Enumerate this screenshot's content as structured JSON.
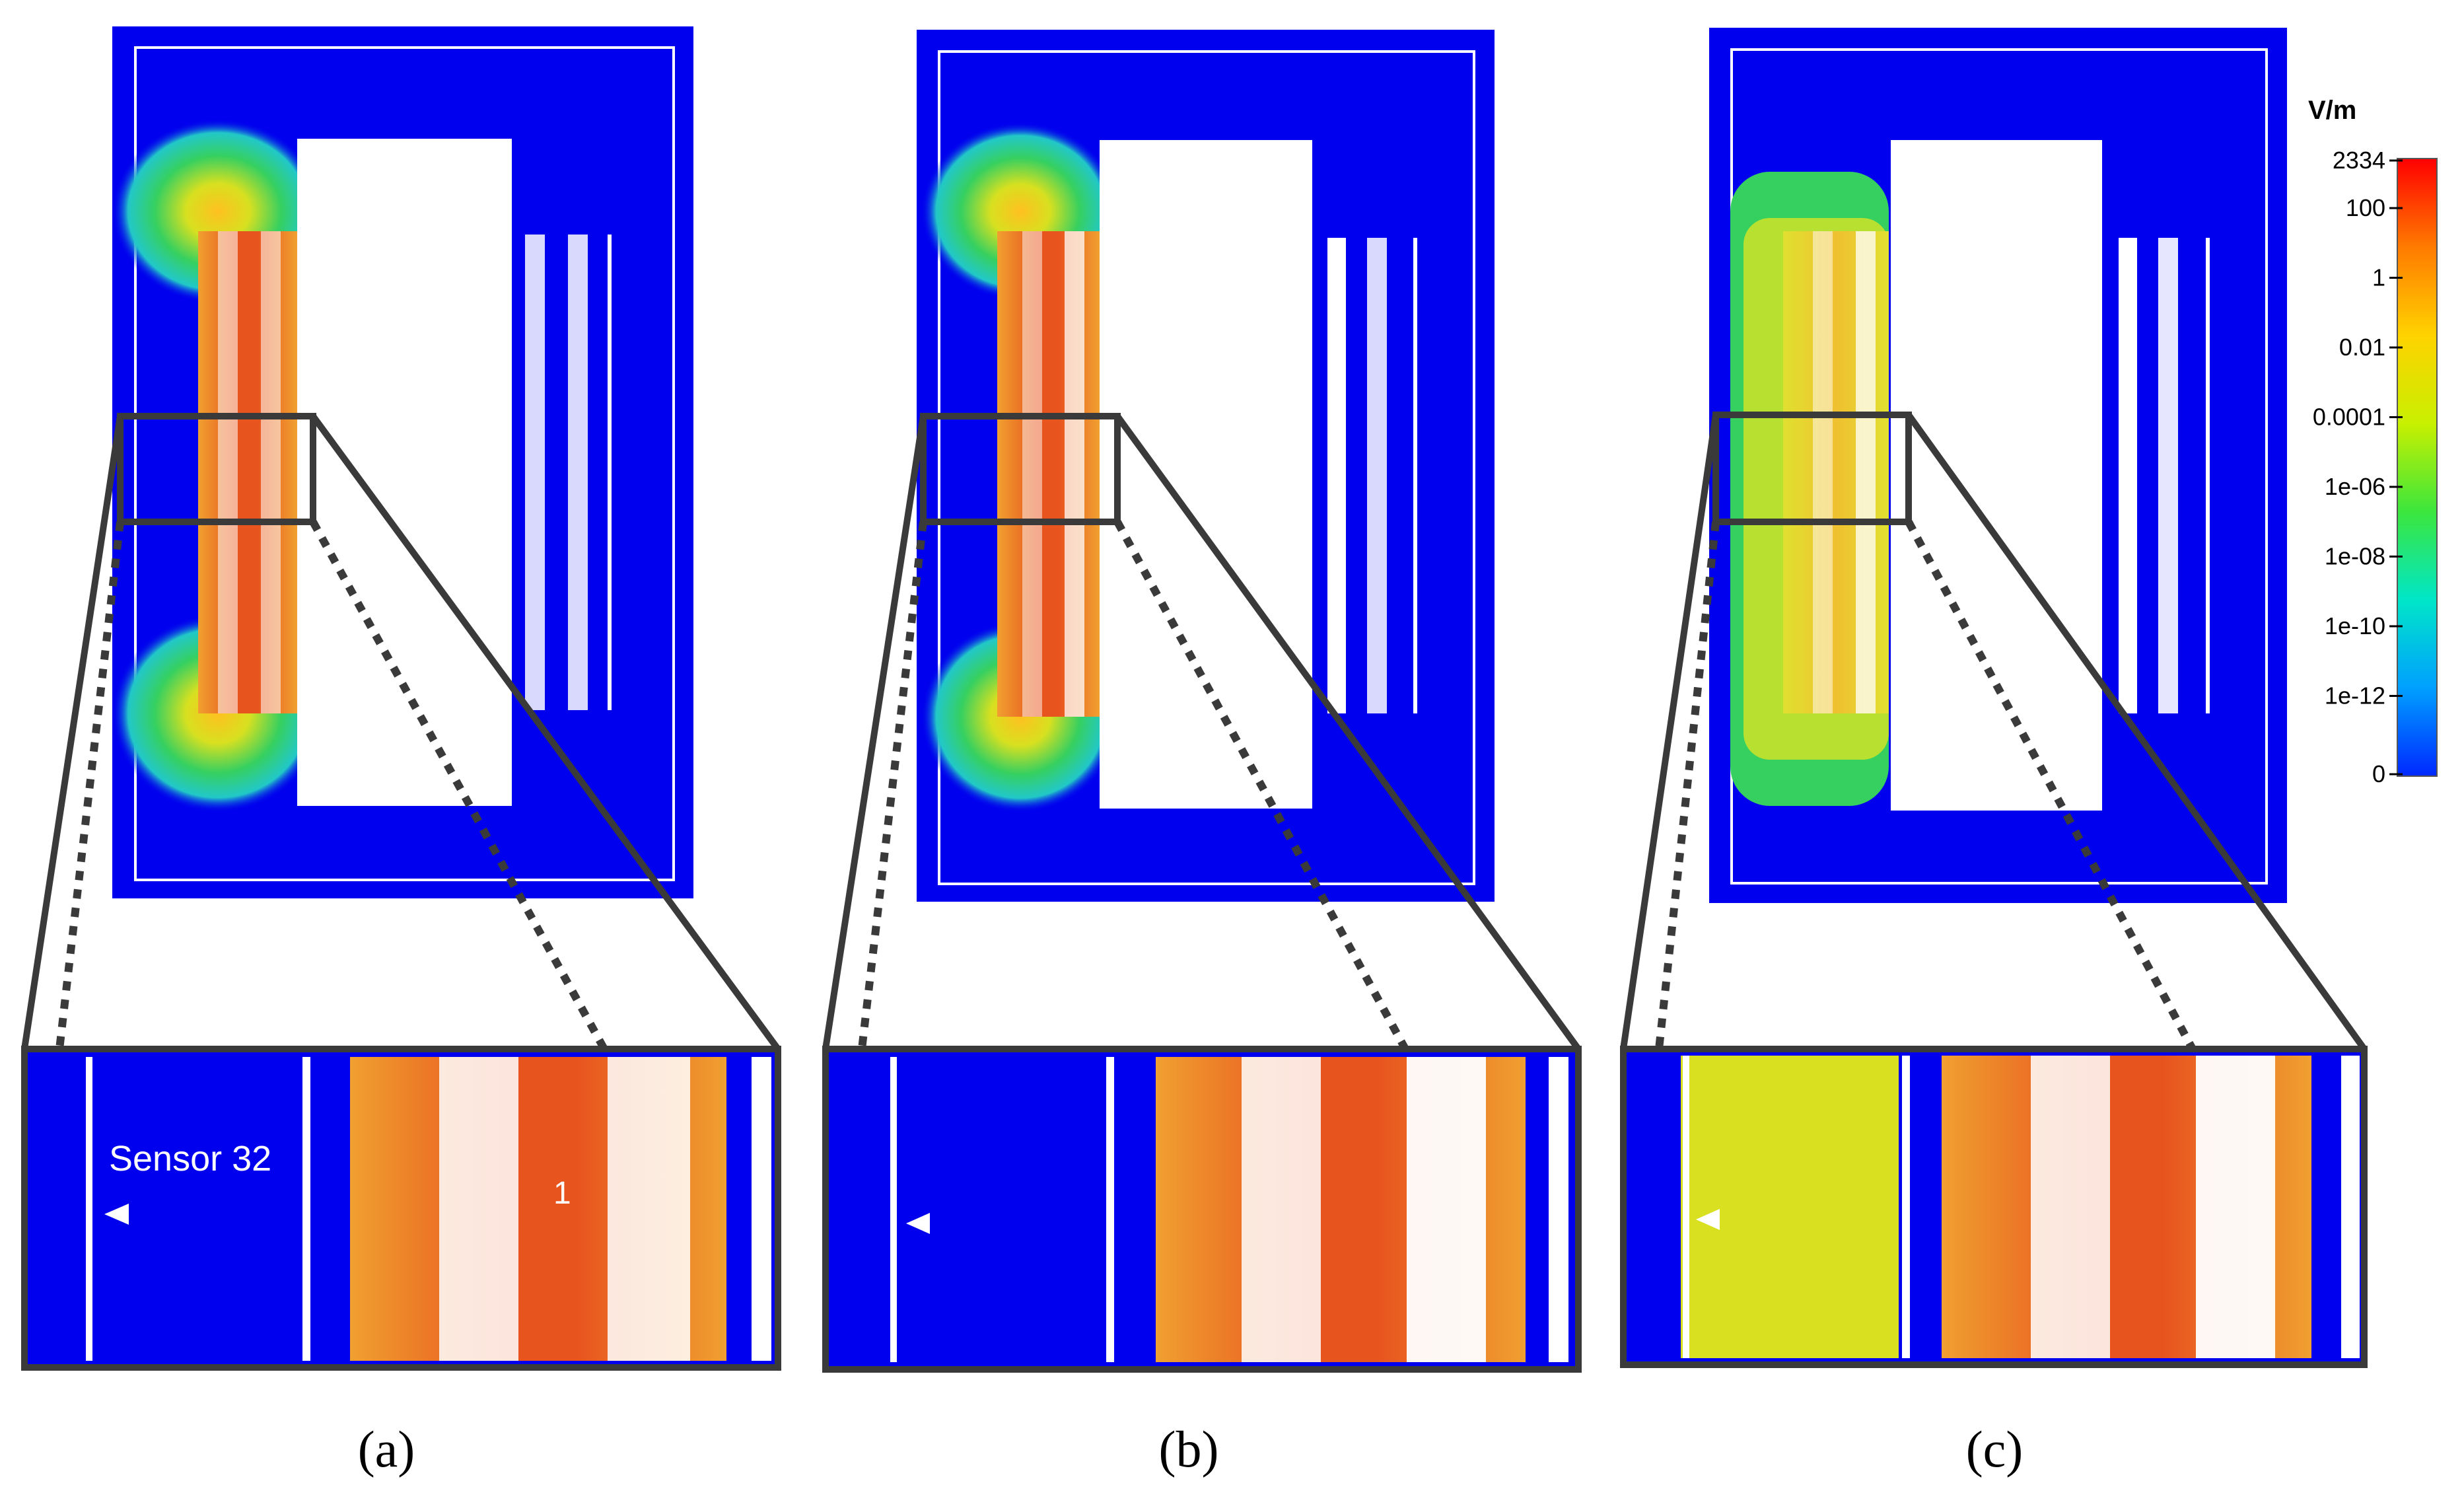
{
  "panels": [
    {
      "id": "a",
      "letter": "a",
      "caption": "(a)",
      "sensor_label": "Sensor 32",
      "marker_label": "1"
    },
    {
      "id": "b",
      "letter": "b",
      "caption": "(b)"
    },
    {
      "id": "c",
      "letter": "c",
      "caption": "(c)"
    }
  ],
  "colorbar": {
    "unit": "V/m",
    "ticks": [
      "2334",
      "100",
      "1",
      "0.01",
      "0.0001",
      "1e-06",
      "1e-08",
      "1e-10",
      "1e-12",
      "0"
    ],
    "colors": [
      "#ff0000",
      "#ff7a00",
      "#ffd200",
      "#c8f000",
      "#3ce63c",
      "#00e6c8",
      "#00a0ff",
      "#0028ff"
    ]
  },
  "colors": {
    "substrate": "#0000ee",
    "field_high": "#e8541e",
    "field_mid": "#f0a030",
    "field_low": "#d8e020",
    "field_edge": "#36d060",
    "frame": "#3a3a3a"
  }
}
